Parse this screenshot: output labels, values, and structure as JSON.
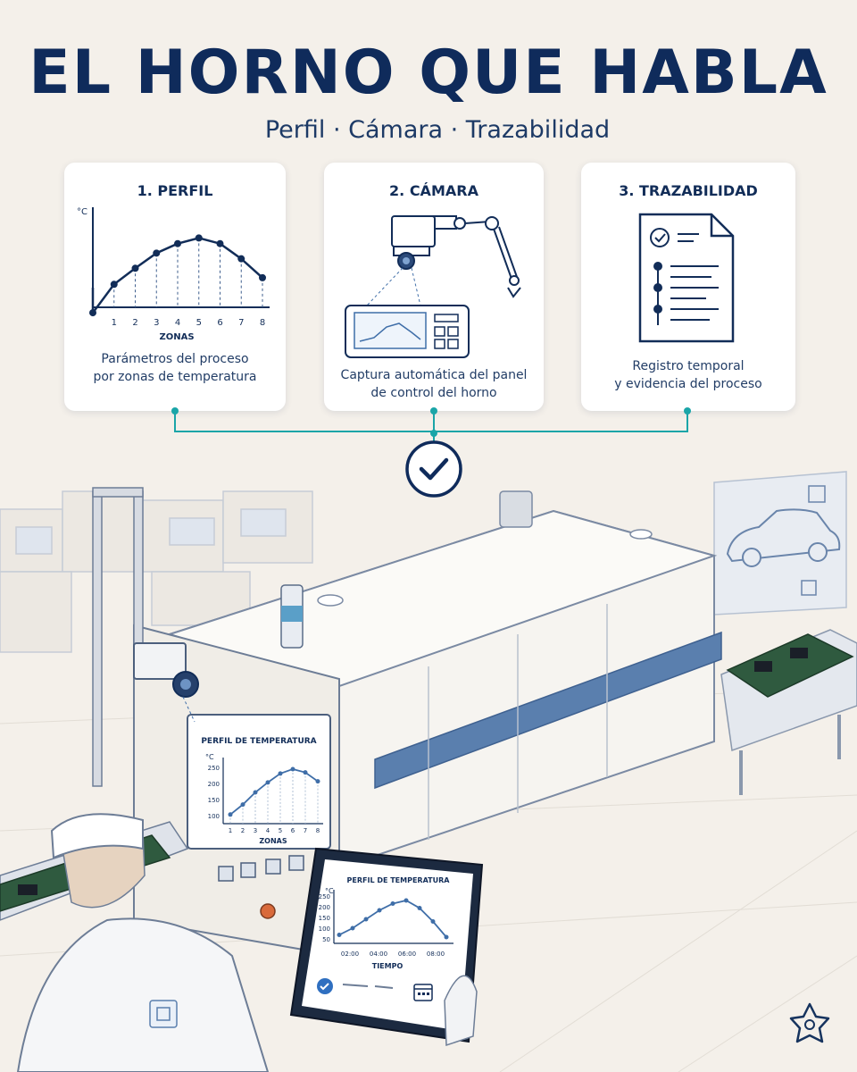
{
  "header": {
    "title": "EL HORNO QUE HABLA",
    "subtitle": "Perfil · Cámara · Trazabilidad"
  },
  "cards": [
    {
      "title": "1. PERFIL",
      "description_line1": "Parámetros del proceso",
      "description_line2": "por zonas de temperatura",
      "chart_unit": "°C",
      "chart_xlabel": "ZONAS",
      "zone_ticks": [
        "1",
        "2",
        "3",
        "4",
        "5",
        "6",
        "7",
        "8"
      ]
    },
    {
      "title": "2. CÁMARA",
      "description_line1": "Captura automática del panel",
      "description_line2": "de control del horno"
    },
    {
      "title": "3. TRAZABILIDAD",
      "description_line1": "Registro temporal",
      "description_line2": "y evidencia del proceso"
    }
  ],
  "oven_panel": {
    "title": "PERFIL DE TEMPERATURA",
    "unit": "°C",
    "y_ticks": [
      "250",
      "200",
      "150",
      "100"
    ],
    "x_ticks": [
      "1",
      "2",
      "3",
      "4",
      "5",
      "6",
      "7",
      "8"
    ],
    "xlabel": "ZONAS"
  },
  "tablet": {
    "title": "PERFIL DE TEMPERATURA",
    "unit": "°C",
    "y_ticks": [
      "250",
      "200",
      "150",
      "100",
      "50"
    ],
    "x_ticks": [
      "02:00",
      "04:00",
      "06:00",
      "08:00"
    ],
    "xlabel": "TIEMPO"
  },
  "colors": {
    "navy": "#0f2b5b",
    "teal": "#1aa5a8",
    "card_bg": "#ffffff",
    "background": "#f4f0ea",
    "accent_blue": "#5a7fae"
  },
  "icons": [
    "check-circle-icon",
    "camera-icon",
    "document-icon",
    "calendar-icon",
    "chip-icon",
    "car-icon",
    "logo-icon"
  ]
}
